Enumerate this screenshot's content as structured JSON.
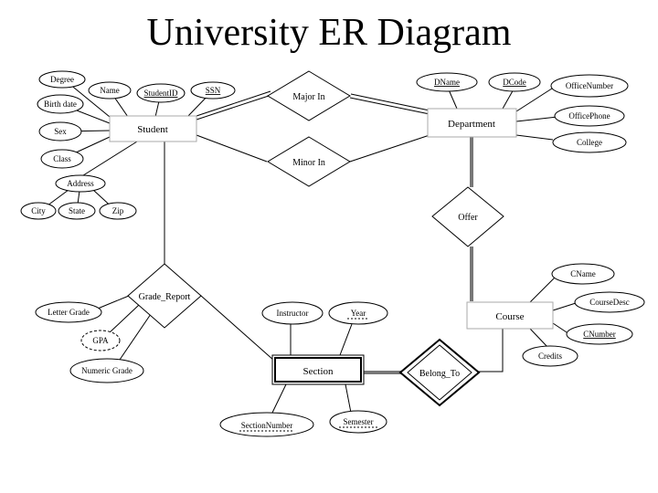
{
  "title": "University ER Diagram",
  "entities": {
    "student": "Student",
    "department": "Department",
    "course": "Course",
    "section": "Section"
  },
  "relationships": {
    "major_in": "Major In",
    "minor_in": "Minor In",
    "offer": "Offer",
    "grade_report": "Grade_Report",
    "belong_to": "Belong_To"
  },
  "attributes": {
    "degree": "Degree",
    "name": "Name",
    "studentid": "StudentID",
    "ssn": "SSN",
    "birth_date": "Birth date",
    "sex": "Sex",
    "class": "Class",
    "address": "Address",
    "city": "City",
    "state": "State",
    "zip": "Zip",
    "dname": "DName",
    "dcode": "DCode",
    "officenumber": "OfficeNumber",
    "officephone": "OfficePhone",
    "college": "College",
    "cname": "CName",
    "coursedesc": "CourseDesc",
    "cnumber": "CNumber",
    "credits": "Credits",
    "instructor": "Instructor",
    "year": "Year",
    "sectionnumber": "SectionNumber",
    "semester": "Semester",
    "letter_grade": "Letter Grade",
    "gpa": "GPA",
    "numeric_grade": "Numeric Grade"
  }
}
